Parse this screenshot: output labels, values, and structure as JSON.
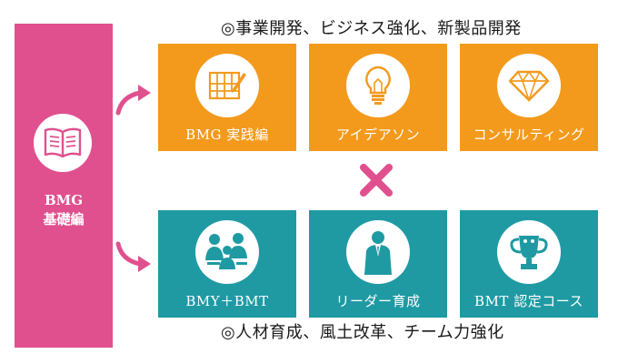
{
  "sidebar": {
    "line1": "BMG",
    "line2": "基礎編"
  },
  "top_heading": "◎事業開発、ビジネス強化、新製品開発",
  "bottom_heading": "◎人材育成、風土改革、チーム力強化",
  "top_tiles": [
    {
      "label": "BMG 実践編",
      "icon": "canvas-pencil-icon"
    },
    {
      "label": "アイデアソン",
      "icon": "lightbulb-icon"
    },
    {
      "label": "コンサルティング",
      "icon": "diamond-icon"
    }
  ],
  "bottom_tiles": [
    {
      "label": "BMY＋BMT",
      "icon": "team-meeting-icon"
    },
    {
      "label": "リーダー育成",
      "icon": "leader-icon"
    },
    {
      "label": "BMT 認定コース",
      "icon": "trophy-icon"
    }
  ],
  "colors": {
    "sidebar": "#e0508f",
    "top_tiles": "#f39a1d",
    "bottom_tiles": "#1f9aa3",
    "cross": "#e0508f",
    "arrows": "#e0508f"
  }
}
